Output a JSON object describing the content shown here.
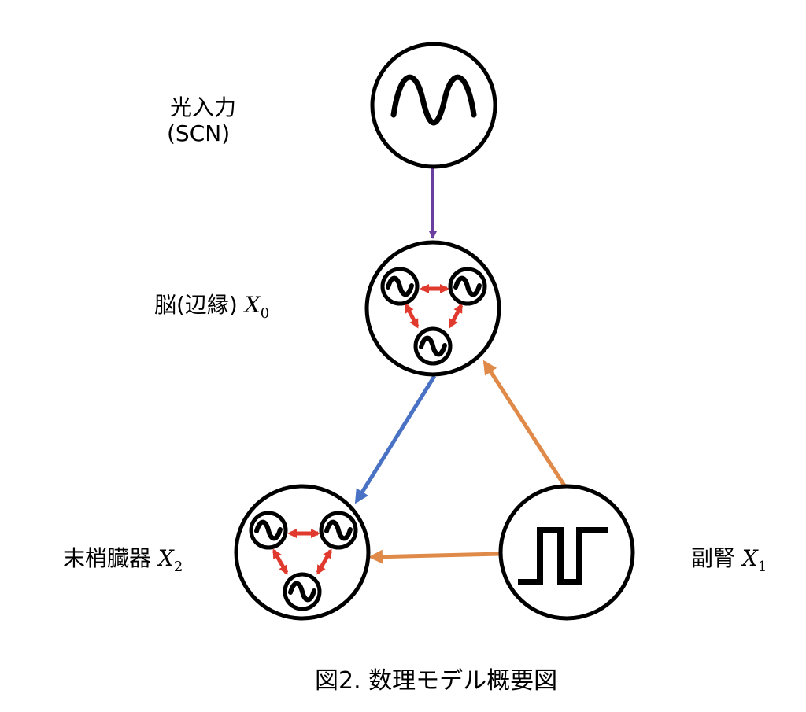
{
  "nodes": {
    "light": {
      "label_line1": "光入力",
      "label_line2": "(SCN)"
    },
    "brain": {
      "label": "脳(辺縁)",
      "var": "X",
      "sub": "0"
    },
    "adrenal": {
      "label": "副腎",
      "var": "X",
      "sub": "1"
    },
    "peripheral": {
      "label": "末梢臓器",
      "var": "X",
      "sub": "2"
    }
  },
  "caption": "図2. 数理モデル概要図",
  "colors": {
    "light_arrow": "#6b3fa0",
    "brain_to_peripheral_arrow": "#4a72c4",
    "adrenal_arrows": "#e08a4a",
    "coupling": "#e03a2e",
    "outline": "#000000"
  },
  "icons": {
    "light": "sine-wave-icon",
    "adrenal": "square-wave-icon",
    "oscillator": "oscillator-icon"
  }
}
